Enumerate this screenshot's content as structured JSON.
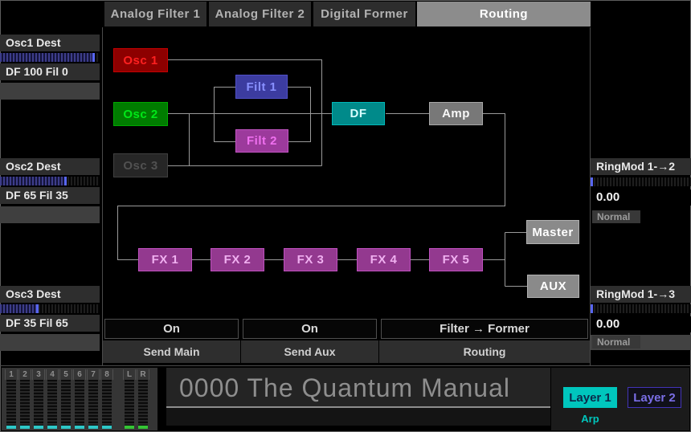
{
  "tabs": [
    {
      "label": "Analog Filter 1",
      "active": false
    },
    {
      "label": "Analog Filter 2",
      "active": false
    },
    {
      "label": "Digital Former",
      "active": false
    },
    {
      "label": "Routing",
      "active": true
    }
  ],
  "left_sidebar": {
    "groups": [
      {
        "title": "Osc1 Dest",
        "detail": "DF 100 Fil 0",
        "slider_percent": 95
      },
      {
        "title": "Osc2 Dest",
        "detail": "DF 65 Fil 35",
        "slider_percent": 67
      },
      {
        "title": "Osc3 Dest",
        "detail": "DF 35 Fil 65",
        "slider_percent": 39
      }
    ]
  },
  "right_sidebar": {
    "groups": [
      {
        "title": "RingMod 1-→2",
        "value": "0.00",
        "mode": "Normal",
        "slider_percent": 1
      },
      {
        "title": "RingMod 1-→3",
        "value": "0.00",
        "mode": "Normal",
        "slider_percent": 1
      }
    ]
  },
  "diagram": {
    "nodes": [
      {
        "id": "osc1",
        "label": "Osc 1",
        "fill": "#8d0000",
        "border": "#c40000",
        "text_color": "#ff2020"
      },
      {
        "id": "osc2",
        "label": "Osc 2",
        "fill": "#007c00",
        "border": "#00a800",
        "text_color": "#00e818"
      },
      {
        "id": "osc3",
        "label": "Osc 3",
        "fill": "#262626",
        "border": "#404040",
        "text_color": "#515151"
      },
      {
        "id": "filt1",
        "label": "Filt 1",
        "fill": "#3c3ca0",
        "border": "#5050c8",
        "text_color": "#8890ff"
      },
      {
        "id": "filt2",
        "label": "Filt 2",
        "fill": "#9c3a9c",
        "border": "#c455c4",
        "text_color": "#f070f0"
      },
      {
        "id": "df",
        "label": "DF",
        "fill": "#008a8a",
        "border": "#00b8b8",
        "text_color": "#d8ffff"
      },
      {
        "id": "amp",
        "label": "Amp",
        "fill": "#787878",
        "border": "#a8a8a8",
        "text_color": "#f8f8f8"
      },
      {
        "id": "fx1",
        "label": "FX 1",
        "fill": "#93398f",
        "border": "#c050c0",
        "text_color": "#f0b0f0"
      },
      {
        "id": "fx2",
        "label": "FX 2",
        "fill": "#93398f",
        "border": "#c050c0",
        "text_color": "#f0b0f0"
      },
      {
        "id": "fx3",
        "label": "FX 3",
        "fill": "#93398f",
        "border": "#c050c0",
        "text_color": "#f0b0f0"
      },
      {
        "id": "fx4",
        "label": "FX 4",
        "fill": "#93398f",
        "border": "#c050c0",
        "text_color": "#f0b0f0"
      },
      {
        "id": "fx5",
        "label": "FX 5",
        "fill": "#93398f",
        "border": "#c050c0",
        "text_color": "#f0b0f0"
      },
      {
        "id": "master",
        "label": "Master",
        "fill": "#8a8a8a",
        "border": "#b2b2b2",
        "text_color": "#ffffff"
      },
      {
        "id": "aux",
        "label": "AUX",
        "fill": "#8a8a8a",
        "border": "#b2b2b2",
        "text_color": "#ffffff"
      }
    ]
  },
  "params": [
    {
      "value": "On",
      "label": "Send Main"
    },
    {
      "value": "On",
      "label": "Send Aux"
    },
    {
      "value": "Filter → Former",
      "label": "Routing"
    }
  ],
  "bottom": {
    "meters": {
      "channels": [
        "1",
        "2",
        "3",
        "4",
        "5",
        "6",
        "7",
        "8",
        "L",
        "R"
      ]
    },
    "patch_title": "0000 The Quantum Manual",
    "layers": [
      {
        "label": "Layer 1",
        "active": true
      },
      {
        "label": "Layer 2",
        "active": false
      }
    ],
    "arp_label": "Arp",
    "colors": {
      "layer_active": "#00c6bd",
      "layer_inactive_border": "#4334b8",
      "layer_inactive_text": "#7a6ee6",
      "meter_active_osc": "#2ec7c7",
      "meter_active_main": "#35c435"
    }
  }
}
